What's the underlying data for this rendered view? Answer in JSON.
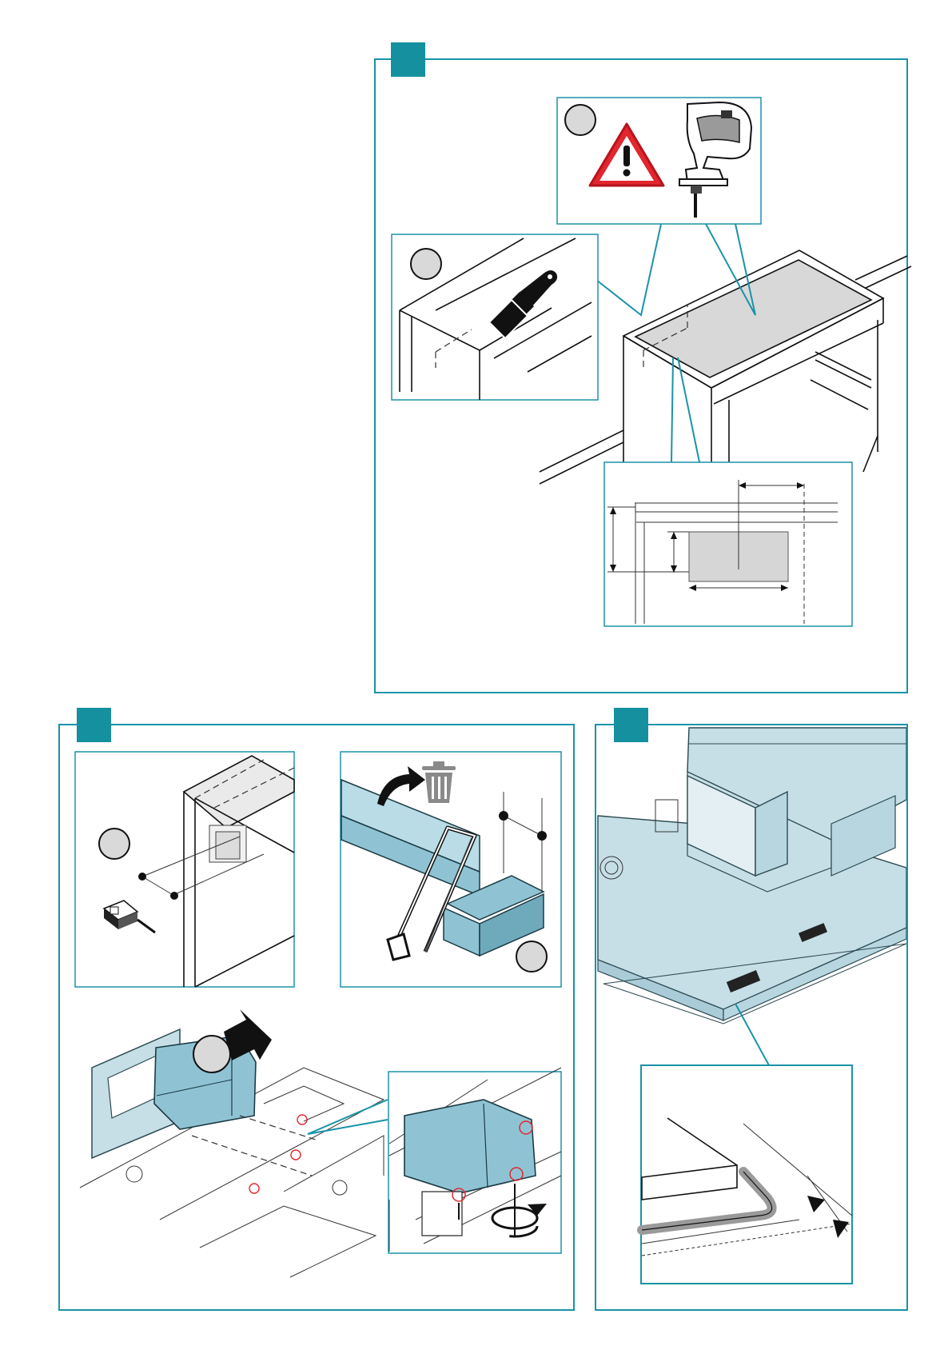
{
  "page": {
    "title": "",
    "steps": [
      {
        "id": "step-top",
        "number": ""
      },
      {
        "id": "step-bottom-left",
        "number": ""
      },
      {
        "id": "step-bottom-right",
        "number": ""
      }
    ]
  },
  "colors": {
    "accent": "#1a93a8",
    "tab": "#15909f",
    "part_blue": "#8fc3d4",
    "warning_red": "#e3262e"
  },
  "icons": [
    "warning-icon",
    "jigsaw-icon",
    "paint-brush-icon",
    "trash-icon",
    "tape-measure-icon",
    "hacksaw-icon",
    "rotate-arrow-icon",
    "push-arrow-icon"
  ]
}
